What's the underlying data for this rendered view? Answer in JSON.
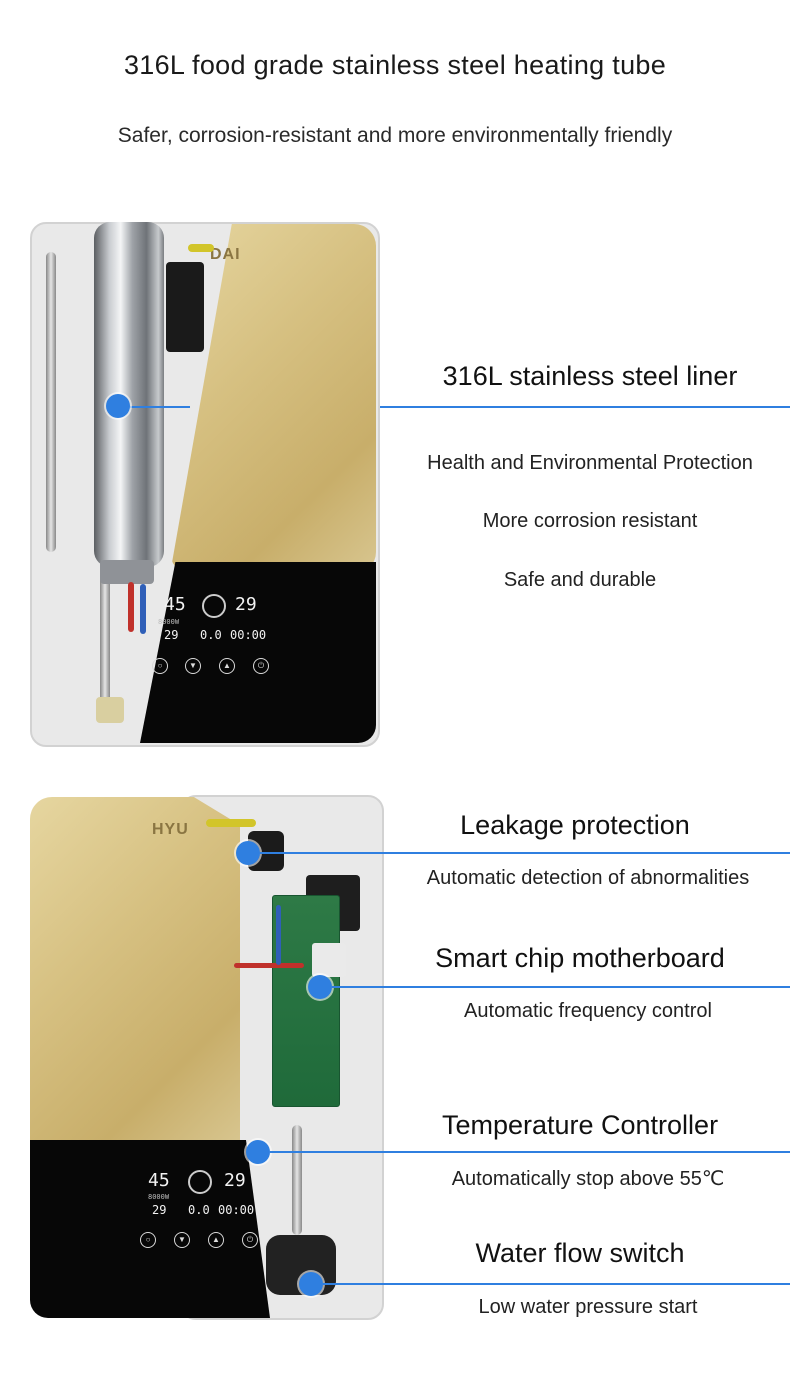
{
  "header": {
    "title": "316L food grade stainless steel heating tube",
    "subtitle": "Safer, corrosion-resistant and more environmentally friendly"
  },
  "section1": {
    "brand": "DAI",
    "heading": "316L stainless steel liner",
    "points": [
      "Health and Environmental Protection",
      "More corrosion resistant",
      "Safe and durable"
    ],
    "display": {
      "temp_left": "45",
      "temp_right": "29",
      "sub_left": "29",
      "sub_mid": "0.0",
      "sub_right": "00:00",
      "watts": "8000W"
    }
  },
  "section2": {
    "brand": "HYU",
    "features": [
      {
        "heading": "Leakage protection",
        "desc": "Automatic detection of abnormalities"
      },
      {
        "heading": "Smart chip motherboard",
        "desc": "Automatic frequency control"
      },
      {
        "heading": "Temperature Controller",
        "desc": "Automatically stop above 55℃"
      },
      {
        "heading": "Water flow switch",
        "desc": "Low water pressure start"
      }
    ],
    "display": {
      "temp_left": "45",
      "temp_right": "29",
      "sub_left": "29",
      "sub_mid": "0.0",
      "sub_right": "00:00",
      "watts": "8000W"
    }
  },
  "colors": {
    "accent": "#2f7fe0",
    "gold": "#d6c081",
    "glass_black": "#070707"
  },
  "icons": [
    "power-icon",
    "up-arrow-icon",
    "down-arrow-icon",
    "circle-icon",
    "fan-icon"
  ]
}
